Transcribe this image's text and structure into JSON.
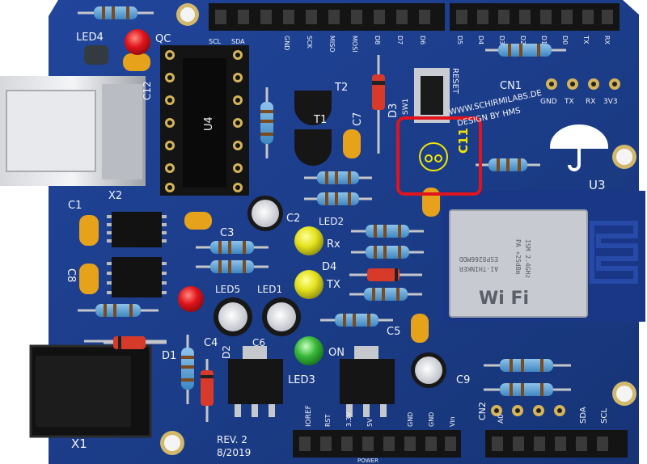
{
  "colors": {
    "pcb": "#1b3a8a",
    "pcb_dark": "#142c6e",
    "silkscreen": "#f2f4f8",
    "highlight": "#e0141c",
    "annotation": "#f2e600"
  },
  "labels": {
    "led4": "LED4",
    "qc": "QC",
    "x2": "X2",
    "c12": "C12",
    "u4": "U4",
    "c1": "C1",
    "c8": "C8",
    "c3": "C3",
    "c2": "C2",
    "c4": "C4",
    "c6": "C6",
    "c7": "C7",
    "c5": "C5",
    "c9": "C9",
    "c11": "C11",
    "t1": "T1",
    "t2": "T2",
    "d1": "D1",
    "d2": "D2",
    "d3": "D3",
    "d4": "D4",
    "led1": "LED1",
    "led2": "LED2",
    "led3": "LED3",
    "led5": "LED5",
    "rx": "Rx",
    "tx": "TX",
    "on": "ON",
    "reset": "RESET",
    "sw1": "SW1",
    "cn1": "CN1",
    "cn2": "CN2",
    "u3": "U3",
    "x1": "X1",
    "rev": "REV. 2",
    "date": "8/2019",
    "website": "WWW.SCHIRMILABS.DE",
    "design": "DESIGN BY HMS",
    "power": "POWER",
    "cn1_pins": [
      "GND",
      "TX",
      "RX",
      "3V3"
    ],
    "top_header_pins": [
      "SCL",
      "SDA",
      "GND",
      "SCK",
      "MISO",
      "MOSI",
      "D8",
      "D7",
      "D6",
      "D5",
      "D4",
      "D3",
      "D2",
      "D1",
      "D0",
      "TX",
      "RX"
    ],
    "bottom_header_pins": [
      "IOREF",
      "RST",
      "3.3V",
      "5V",
      "GND",
      "GND",
      "Vin",
      "A0",
      "SDA",
      "SCL"
    ]
  },
  "module": {
    "brand": "Wi Fi",
    "model": "ESP8266MOD",
    "maker": "AI-THINKER",
    "ism": "ISM 2.4GHz",
    "pa": "PA +25dBm"
  }
}
